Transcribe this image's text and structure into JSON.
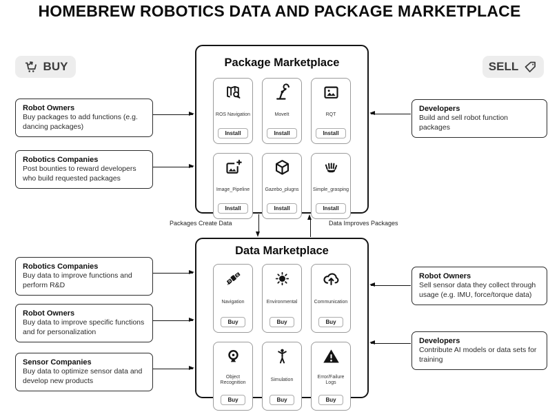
{
  "page": {
    "title": "HOMEBREW ROBOTICS DATA AND PACKAGE MARKETPLACE"
  },
  "badges": {
    "buy_label": "BUY",
    "sell_label": "SELL"
  },
  "package_marketplace": {
    "title": "Package Marketplace",
    "items": [
      {
        "label": "ROS Navigation",
        "icon": "map-search-icon",
        "button": "Install"
      },
      {
        "label": "MoveIt",
        "icon": "robot-arm-icon",
        "button": "Install"
      },
      {
        "label": "RQT",
        "icon": "image-icon",
        "button": "Install"
      },
      {
        "label": "Image_Pipeline",
        "icon": "image-plus-icon",
        "button": "Install"
      },
      {
        "label": "Gazebo_plugns",
        "icon": "cube-icon",
        "button": "Install"
      },
      {
        "label": "Simple_grasping",
        "icon": "hand-icon",
        "button": "Install"
      }
    ]
  },
  "data_marketplace": {
    "title": "Data Marketplace",
    "items": [
      {
        "label": "Navigation",
        "icon": "satellite-icon",
        "button": "Buy"
      },
      {
        "label": "Environmental",
        "icon": "sun-icon",
        "button": "Buy"
      },
      {
        "label": "Communication",
        "icon": "cloud-upload-icon",
        "button": "Buy"
      },
      {
        "label": "Object Recognition",
        "icon": "webcam-icon",
        "button": "Buy"
      },
      {
        "label": "Simulation",
        "icon": "mannequin-icon",
        "button": "Buy"
      },
      {
        "label": "Error/Failure Logs",
        "icon": "warning-icon",
        "button": "Buy"
      }
    ]
  },
  "flow_labels": {
    "left": "Packages Create Data",
    "right": "Data Improves Packages"
  },
  "left_boxes": [
    {
      "heading": "Robot Owners",
      "body": "Buy packages to add functions (e.g. dancing packages)"
    },
    {
      "heading": "Robotics Companies",
      "body": "Post bounties to reward developers who build requested packages"
    },
    {
      "heading": "Robotics Companies",
      "body": "Buy data to improve functions and perform R&D"
    },
    {
      "heading": "Robot Owners",
      "body": "Buy data to improve specific functions and for personalization"
    },
    {
      "heading": "Sensor Companies",
      "body": "Buy data to optimize sensor data and develop new products"
    }
  ],
  "right_boxes": [
    {
      "heading": "Developers",
      "body": "Build and sell robot function packages"
    },
    {
      "heading": "Robot Owners",
      "body": "Sell sensor data they collect through usage (e.g. IMU, force/torque data)"
    },
    {
      "heading": "Developers",
      "body": "Contribute AI models or data sets for training"
    }
  ]
}
